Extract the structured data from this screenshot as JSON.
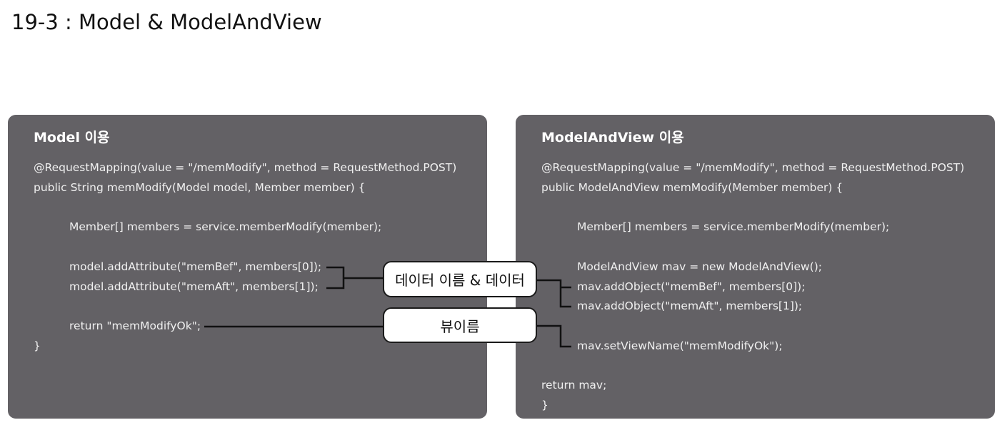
{
  "page": {
    "title": "19-3 : Model & ModelAndView"
  },
  "left_panel": {
    "title": "Model 이용",
    "lines": [
      "@RequestMapping(value = \"/memModify\", method = RequestMethod.POST)",
      "public String memModify(Model model, Member member) {",
      "Member[] members = service.memberModify(member);",
      "model.addAttribute(\"memBef\", members[0]);",
      "model.addAttribute(\"memAft\", members[1]);",
      "return \"memModifyOk\";",
      "}"
    ]
  },
  "right_panel": {
    "title": "ModelAndView 이용",
    "lines": [
      "@RequestMapping(value = \"/memModify\", method = RequestMethod.POST)",
      "public ModelAndView memModify(Member member) {",
      "Member[] members = service.memberModify(member);",
      "ModelAndView mav = new ModelAndView();",
      "mav.addObject(\"memBef\", members[0]);",
      "mav.addObject(\"memAft\", members[1]);",
      "mav.setViewName(\"memModifyOk\");",
      "return mav;",
      "}"
    ]
  },
  "callouts": {
    "data": "데이터 이름 & 데이터",
    "view": "뷰이름"
  },
  "colors": {
    "panel_bg": "#636165",
    "code_text": "#f0f0f0",
    "callout_border": "#1a1a1a"
  }
}
